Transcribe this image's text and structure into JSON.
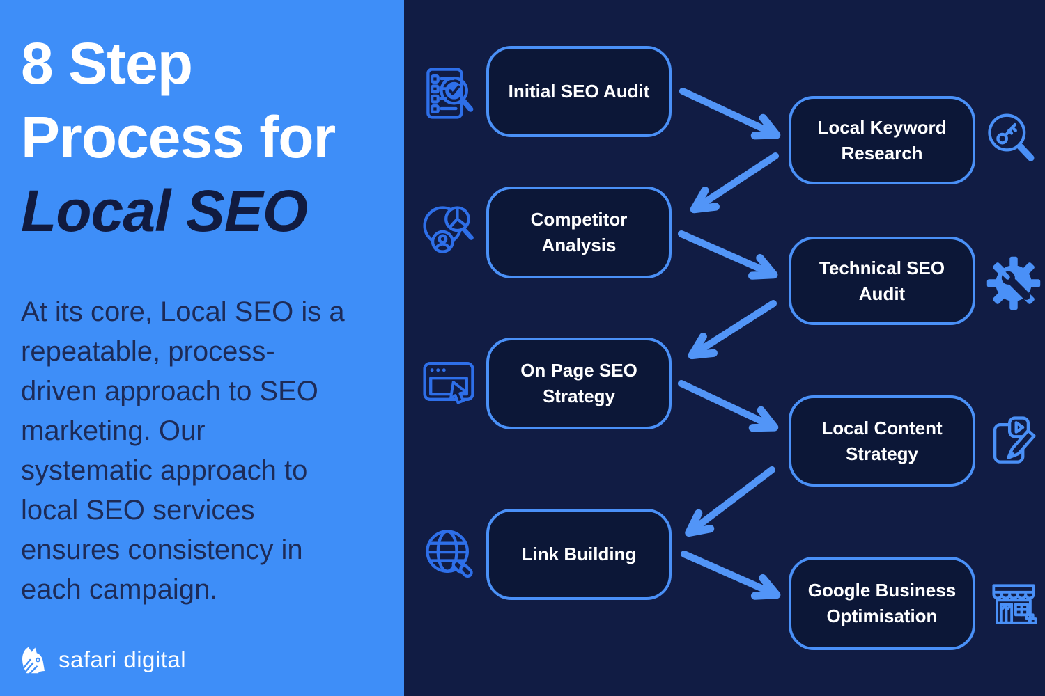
{
  "colors": {
    "left_panel_bg": "#3E8EF8",
    "right_panel_bg": "#111C44",
    "box_fill": "#0C1737",
    "box_border_blue": "#4A90F7",
    "arrow_blue": "#5295F7",
    "left_icon_blue": "#2E6FE9",
    "title_white": "#FFFFFF",
    "title_navy": "#111B40",
    "body_text_navy": "#1D2B57"
  },
  "left_panel": {
    "title_line1": "8 Step",
    "title_line2": "Process for",
    "title_line3": "Local SEO",
    "description": "At its core, Local SEO is a\nrepeatable, process-\ndriven approach to SEO\nmarketing. Our\nsystematic approach to\nlocal SEO services\nensures consistency in\neach campaign.",
    "logo_text": "safari digital"
  },
  "flow": {
    "steps": [
      {
        "step": 1,
        "label": "Initial SEO Audit",
        "icon": "checklist-audit-icon"
      },
      {
        "step": 2,
        "label": "Local Keyword\nResearch",
        "icon": "keyword-magnifier-icon"
      },
      {
        "step": 3,
        "label": "Competitor\nAnalysis",
        "icon": "competitor-analysis-icon"
      },
      {
        "step": 4,
        "label": "Technical SEO\nAudit",
        "icon": "gear-wrench-icon"
      },
      {
        "step": 5,
        "label": "On Page SEO\nStrategy",
        "icon": "browser-cursor-icon"
      },
      {
        "step": 6,
        "label": "Local Content\nStrategy",
        "icon": "content-pencil-icon"
      },
      {
        "step": 7,
        "label": "Link Building",
        "icon": "globe-link-icon"
      },
      {
        "step": 8,
        "label": "Google Business\nOptimisation",
        "icon": "storefront-icon"
      }
    ]
  }
}
